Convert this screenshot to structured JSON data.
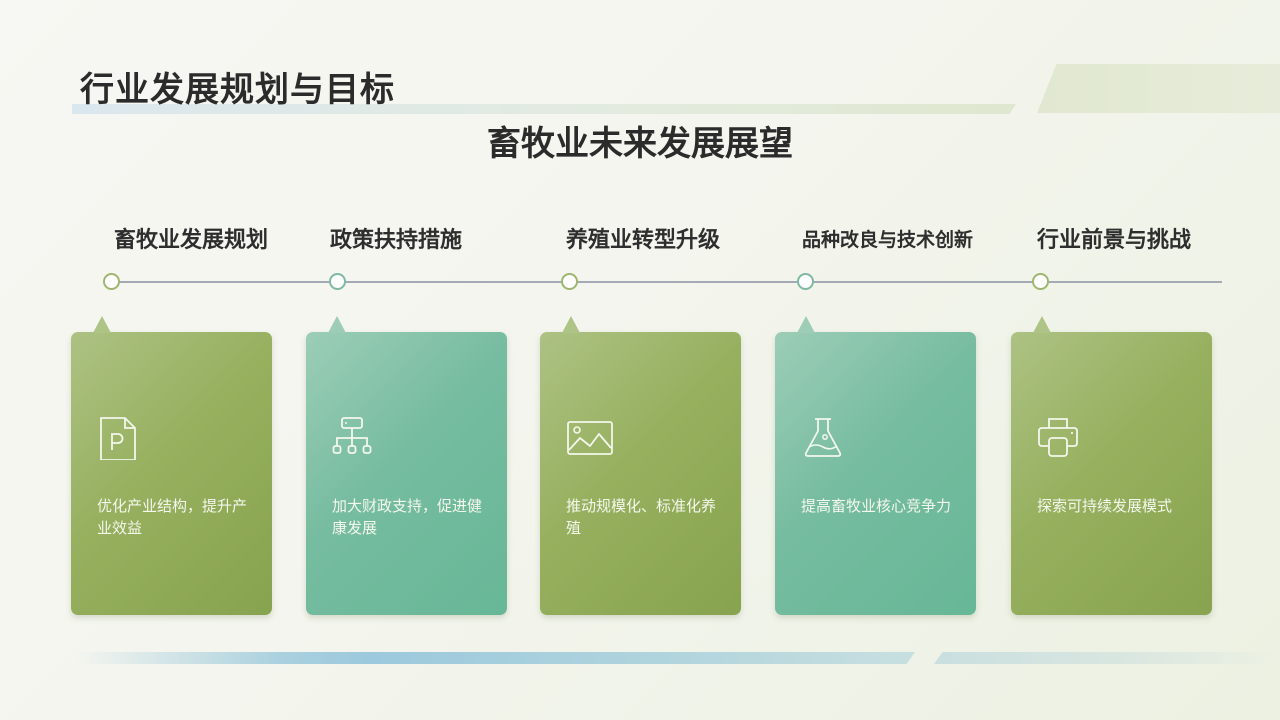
{
  "header": {
    "title": "行业发展规划与目标",
    "subtitle": "畜牧业未来发展展望"
  },
  "timeline": {
    "steps": [
      {
        "label": "畜牧业发展规划",
        "desc": "优化产业结构，提升产业效益",
        "icon": "powerpoint-file-icon",
        "color": "#8fa958"
      },
      {
        "label": "政策扶持措施",
        "desc": "加大财政支持，促进健康发展",
        "icon": "hierarchy-org-chart-icon",
        "color": "#6fb99b"
      },
      {
        "label": "养殖业转型升级",
        "desc": "推动规模化、标准化养殖",
        "icon": "image-landscape-icon",
        "color": "#8fa958"
      },
      {
        "label": "品种改良与技术创新",
        "desc": "提高畜牧业核心竞争力",
        "icon": "flask-icon",
        "color": "#6fb99b"
      },
      {
        "label": "行业前景与挑战",
        "desc": "探索可持续发展模式",
        "icon": "printer-icon",
        "color": "#8fa958"
      }
    ]
  },
  "colors": {
    "green": "#8fa958",
    "teal": "#6fb99b",
    "line": "#a3a9b5",
    "text": "#2b2b2b"
  }
}
